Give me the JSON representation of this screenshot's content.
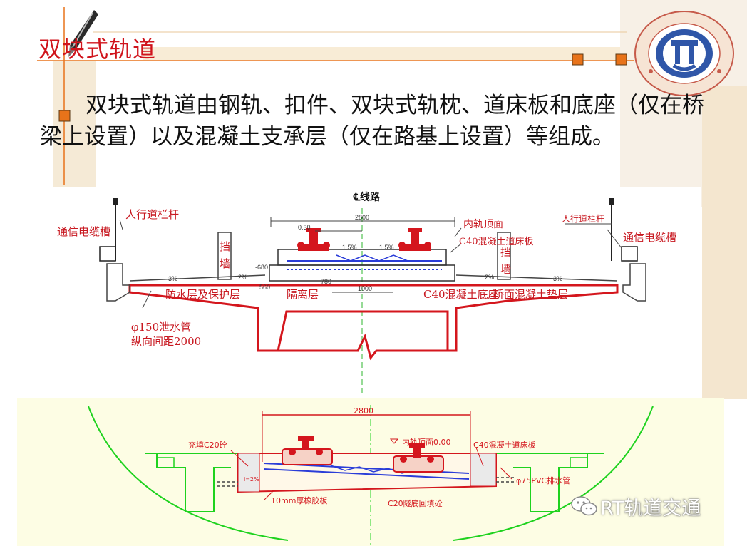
{
  "slide": {
    "title": "双块式轨道",
    "body": "双块式轨道由钢轨、扣件、双块式轨枕、道床板和底座（仅在桥梁上设置）以及混凝土支承层（仅在路基上设置）等组成。"
  },
  "diagram_top": {
    "centerline": "线路",
    "labels": {
      "railing_left": "人行道栏杆",
      "railing_right": "人行道栏杆",
      "cable_left": "通信电缆槽",
      "cable_right": "通信电缆槽",
      "wall_left": "挡墙",
      "wall_right": "挡墙",
      "inner_rail_top": "内轨顶面",
      "slab": "C40混凝土道床板",
      "waterproof": "防水层及保护层",
      "isolation": "隔离层",
      "base": "C40混凝土底座",
      "bridge_pad": "桥面混凝土垫层",
      "drain_pipe": "φ150泄水管",
      "drain_spacing": "纵向间距2000"
    },
    "dims": {
      "width": "2800",
      "d1": "0.30",
      "d2": "-680",
      "d3": "780",
      "d4": "1000",
      "d5": "560",
      "slope_l": "1.5%",
      "slope_r": "1.5%",
      "cross_l": "2%",
      "cross_l2": "3%",
      "cross_r": "2%",
      "cross_r2": "3%"
    }
  },
  "diagram_bottom": {
    "labels": {
      "fill": "充填C20砼",
      "inner_rail_top": "内轨顶面0.00",
      "slab": "C40混凝土道床板",
      "pvc": "φ75PVC排水管",
      "rubber": "10mm厚橡胶板",
      "backfill": "C20隧底回填砼",
      "slope": "i=2%"
    },
    "dims": {
      "width": "2800"
    }
  },
  "watermark": {
    "text": "RT轨道交通"
  },
  "colors": {
    "title": "#d0141c",
    "drawing_red": "#d4161d",
    "tunnel_green": "#1ed21e",
    "tunnel_bg": "#fdfde4",
    "track_blue": "#2a3cd8",
    "deco_orange": "#e8731a"
  }
}
